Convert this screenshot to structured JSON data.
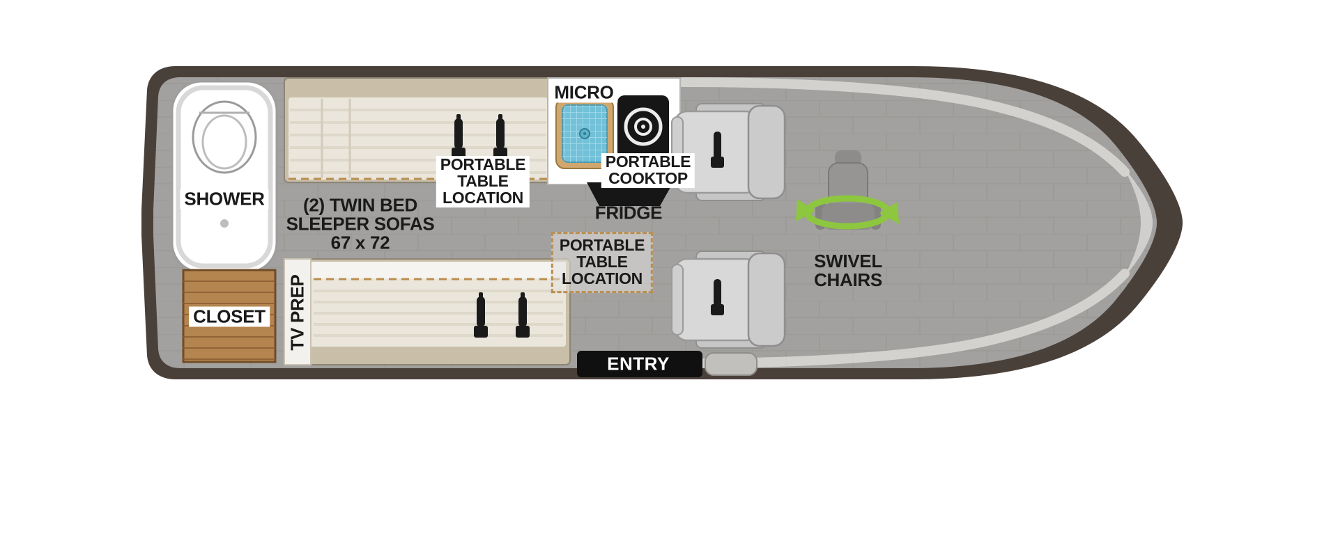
{
  "labels": {
    "shower": "SHOWER",
    "closet": "CLOSET",
    "tv_prep": "TV PREP",
    "sleeper": {
      "line1": "(2) TWIN BED",
      "line2": "SLEEPER SOFAS",
      "line3": "67 x 72"
    },
    "portable_table_1": {
      "line1": "PORTABLE",
      "line2": "TABLE",
      "line3": "LOCATION"
    },
    "portable_table_2": {
      "line1": "PORTABLE",
      "line2": "TABLE",
      "line3": "LOCATION"
    },
    "micro": "MICRO",
    "portable_cooktop": {
      "line1": "PORTABLE",
      "line2": "COOKTOP"
    },
    "fridge": "FRIDGE",
    "entry": "ENTRY",
    "swivel_chairs": {
      "line1": "SWIVEL",
      "line2": "CHAIRS"
    }
  },
  "icons": {
    "toilet": "toilet-icon",
    "drain": "drain-icon",
    "seatbelt": "seatbelt-icon",
    "sink": "sink-icon",
    "burner": "cooktop-burner-icon",
    "swivel_arrow": "rotate-arrow-icon",
    "seat_silhouette": "seat-icon"
  },
  "colors": {
    "body_outline": "#4a403a",
    "floor": "#a3a19f",
    "floor_line": "#96948f",
    "bed_frame": "#c9bfa9",
    "mattress": "#eae6dc",
    "wood": "#b5854f",
    "accent_green": "#8dc63f",
    "sink_teal": "#72c1d8",
    "silver": "#d9d7d4",
    "ink": "#1a1a1a",
    "dashed_tan": "#b98e4f"
  }
}
